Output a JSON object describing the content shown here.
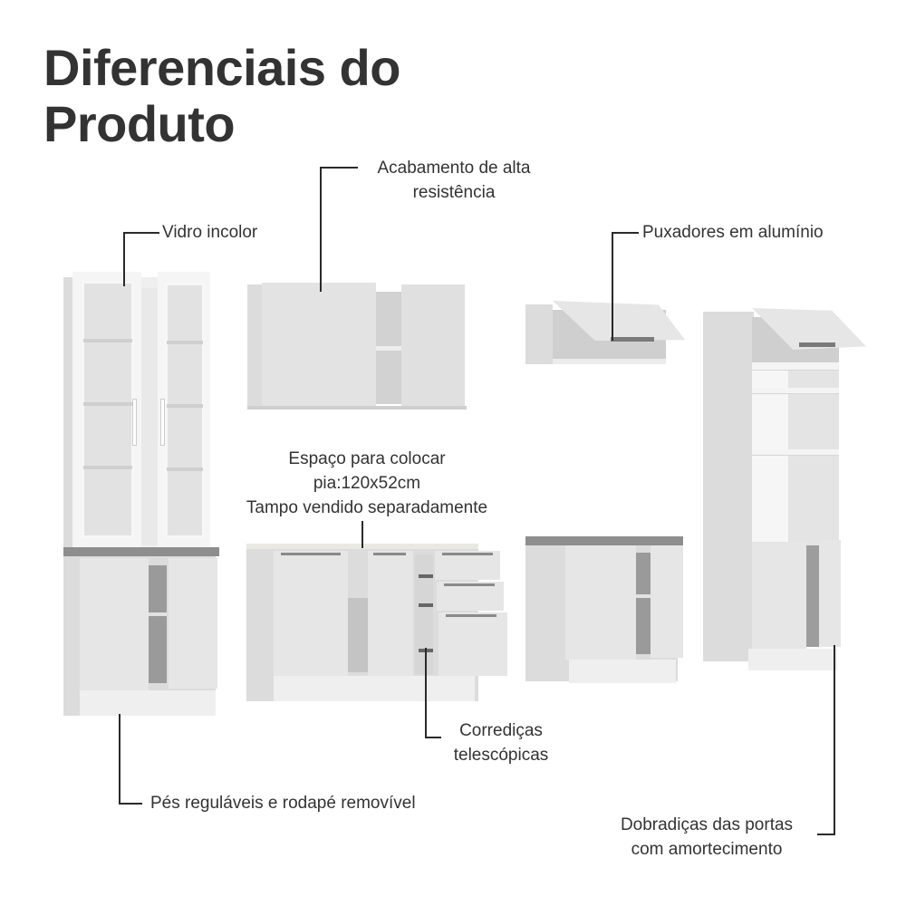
{
  "title": {
    "line1": "Diferenciais do",
    "line2": "Produto"
  },
  "callouts": {
    "vidro": "Vidro incolor",
    "acabamento_l1": "Acabamento de alta",
    "acabamento_l2": "resistência",
    "puxadores": "Puxadores em alumínio",
    "espaco_l1": "Espaço para colocar",
    "espaco_l2": "pia:120x52cm",
    "espaco_l3": "Tampo vendido separadamente",
    "corredicas_l1": "Corrediças",
    "corredicas_l2": "telescópicas",
    "pes": "Pés reguláveis e rodapé removível",
    "dobradicas_l1": "Dobradiças das portas",
    "dobradicas_l2": "com amortecimento"
  },
  "colors": {
    "text": "#333333",
    "leader_line": "#2a2a2a",
    "cabinet_white": "#e6e6e6",
    "countertop_gray": "#8e8e8e",
    "background": "#ffffff"
  },
  "products": [
    {
      "name": "glass-door-cabinet-with-base"
    },
    {
      "name": "wall-cabinet-two-doors"
    },
    {
      "name": "wall-cabinet-flip-door"
    },
    {
      "name": "tall-oven-tower"
    },
    {
      "name": "sink-base-with-drawers"
    },
    {
      "name": "base-cabinet-two-doors"
    }
  ]
}
